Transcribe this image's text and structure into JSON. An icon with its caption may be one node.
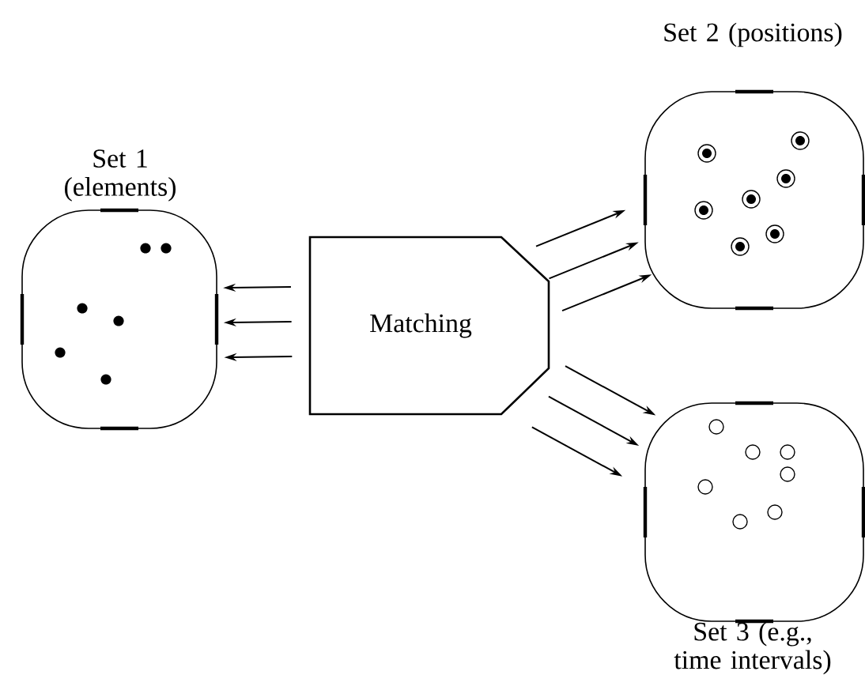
{
  "diagram": {
    "nodes": [
      {
        "text": [
          "Set 1 (elements)"
        ]
      },
      {
        "text": [
          "Matching"
        ]
      },
      {
        "text": [
          "Set 2 (positions)"
        ]
      },
      {
        "text": [
          "Set 3 (e.g., time intervals)"
        ]
      }
    ],
    "edges": [
      {
        "from": 1,
        "to": 0,
        "arrow": "to"
      },
      {
        "from": 1,
        "to": 0,
        "arrow": "to"
      },
      {
        "from": 1,
        "to": 0,
        "arrow": "to"
      },
      {
        "from": 1,
        "to": 2,
        "arrow": "to"
      },
      {
        "from": 1,
        "to": 2,
        "arrow": "to"
      },
      {
        "from": 1,
        "to": 2,
        "arrow": "to"
      },
      {
        "from": 1,
        "to": 3,
        "arrow": "to"
      },
      {
        "from": 1,
        "to": 3,
        "arrow": "to"
      },
      {
        "from": 1,
        "to": 3,
        "arrow": "to"
      }
    ]
  }
}
